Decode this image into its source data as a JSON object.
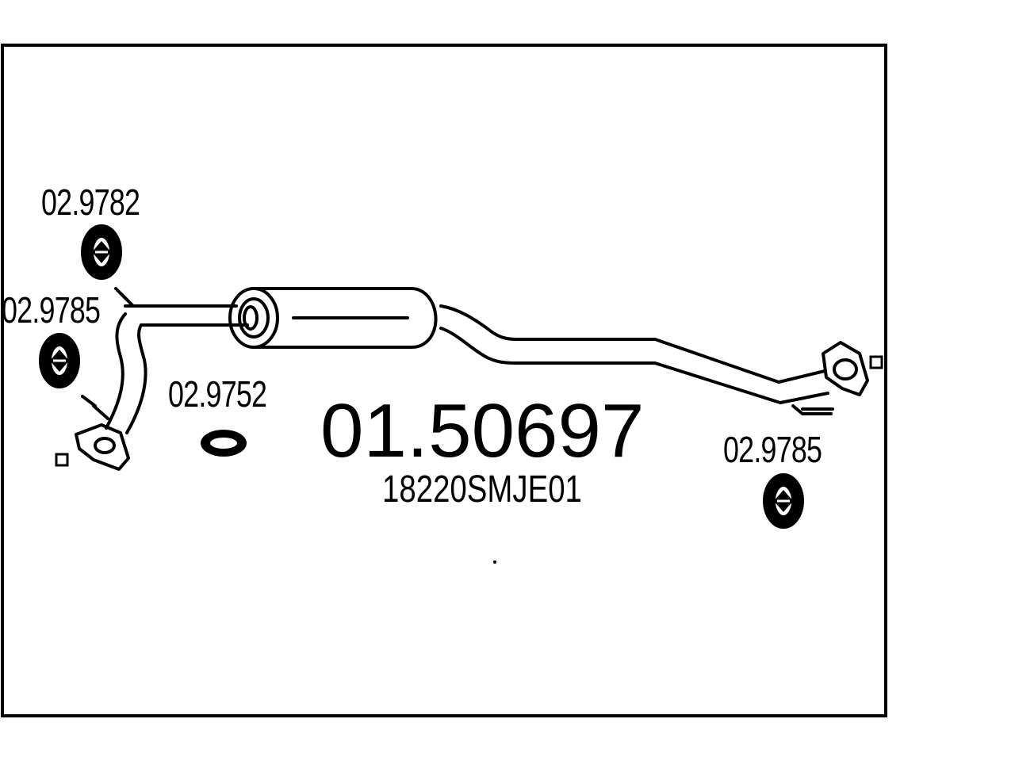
{
  "diagram": {
    "main_part_number": "01.50697",
    "oem_number": "18220SMJE01",
    "part_labels": {
      "hanger_top_left": "02.9782",
      "hanger_left": "02.9785",
      "gasket": "02.9752",
      "hanger_right": "02.9785"
    }
  },
  "colors": {
    "line": "#000000",
    "background": "#ffffff"
  }
}
